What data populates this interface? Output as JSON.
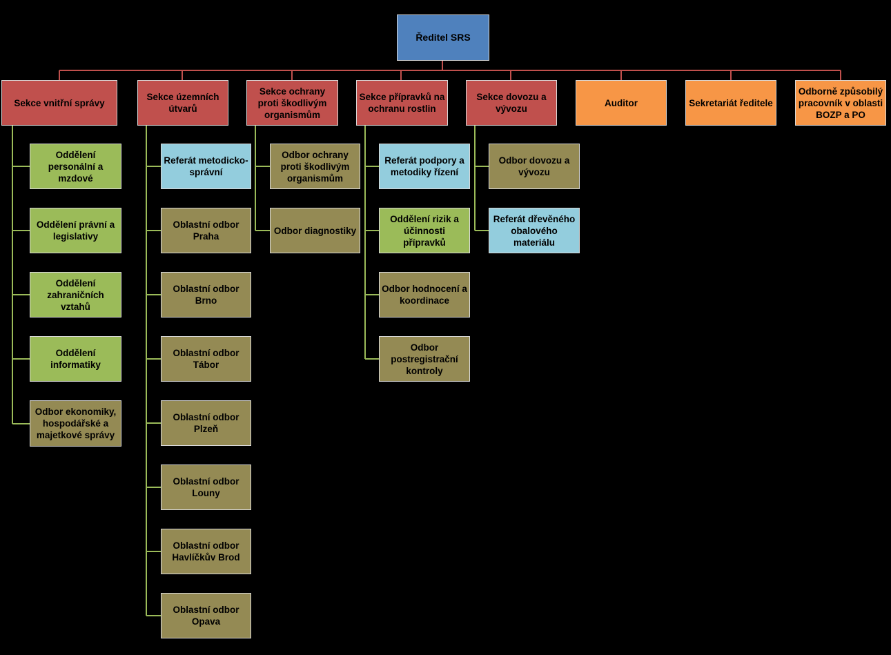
{
  "director": "Ředitel  SRS",
  "sections": [
    {
      "label": "Sekce vnitřní správy"
    },
    {
      "label": "Sekce územních útvarů"
    },
    {
      "label": "Sekce ochrany proti škodlivým organismům"
    },
    {
      "label": "Sekce přípravků na ochranu rostlin"
    },
    {
      "label": "Sekce dovozu a vývozu"
    },
    {
      "label": "Auditor"
    },
    {
      "label": "Sekretariát ředitele"
    },
    {
      "label": "Odborně způsobilý pracovník v oblasti BOZP a PO"
    }
  ],
  "col1": [
    "Oddělení personální a mzdové",
    "Oddělení právní a legislativy",
    "Oddělení zahraničních vztahů",
    "Oddělení informatiky",
    "Odbor ekonomiky, hospodářské a majetkové správy"
  ],
  "col2": [
    "Referát metodicko-správní",
    "Oblastní odbor Praha",
    "Oblastní odbor Brno",
    "Oblastní odbor Tábor",
    "Oblastní odbor Plzeň",
    "Oblastní odbor Louny",
    "Oblastní odbor Havlíčkův Brod",
    "Oblastní odbor Opava"
  ],
  "col3": [
    "Odbor ochrany proti škodlivým organismům",
    "Odbor diagnostiky"
  ],
  "col4": [
    "Referát podpory a metodiky řízení",
    "Oddělení rizik a účinnosti přípravků",
    "Odbor hodnocení a koordinace",
    "Odbor postregistrační kontroly"
  ],
  "col5": [
    "Odbor  dovozu a vývozu",
    "Referát dřevěného obalového materiálu"
  ],
  "colors": {
    "director": "#4f81bd",
    "section": "#c0504d",
    "staff": "#f79646",
    "department": "#9bbb59",
    "unit": "#93cddd",
    "office": "#948a54",
    "connector_top": "#c0504d",
    "connector_sub": "#9bbb59"
  }
}
